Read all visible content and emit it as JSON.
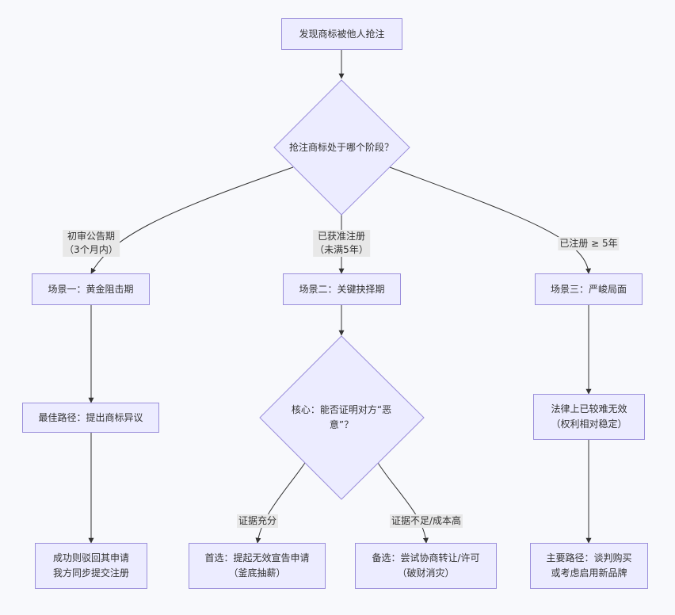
{
  "nodes": {
    "start": "发现商标被他人抢注",
    "decision_stage": "抢注商标处于哪个阶段？",
    "scene1": "场景一：黄金阻击期",
    "scene2": "场景二：关键抉择期",
    "scene3": "场景三：严峻局面",
    "best_path": "最佳路径：提出商标异议",
    "success": "成功则驳回其申请\n我方同步提交注册",
    "core": "核心：能否证明对方“恶\n意”？",
    "hard_invalid": "法律上已较难无效\n（权利相对稳定）",
    "first_choice": "首选：提起无效宣告申请\n（釜底抽薪）",
    "alternative": "备选：尝试协商转让/许可\n（破财消灾）",
    "main_path": "主要路径：谈判购买\n或考虑启用新品牌"
  },
  "edge_labels": {
    "preliminary": "初审公告期\n（3个月内）",
    "approved": "已获准注册\n（未满5年）",
    "over5": "已注册 ≥ 5年",
    "sufficient": "证据充分",
    "insufficient": "证据不足/成本高"
  }
}
